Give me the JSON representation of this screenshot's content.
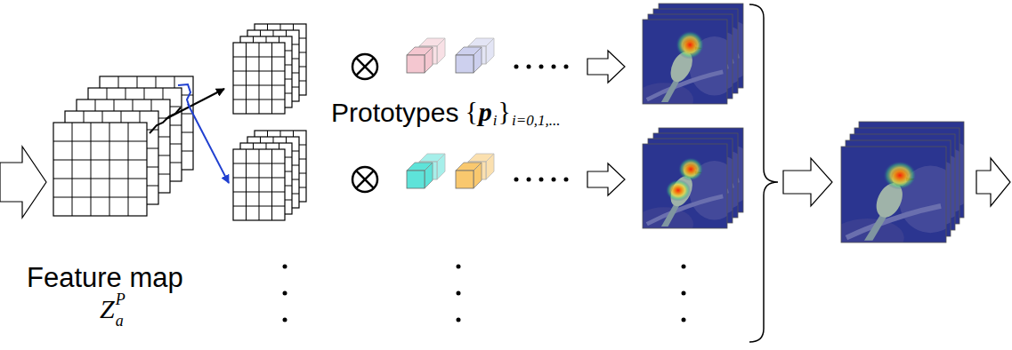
{
  "diagram": {
    "labels": [
      "Feature map",
      "Z",
      "P",
      "a",
      "Prototypes",
      "{",
      "p",
      "i",
      "}",
      "i=0,1,..."
    ]
  }
}
